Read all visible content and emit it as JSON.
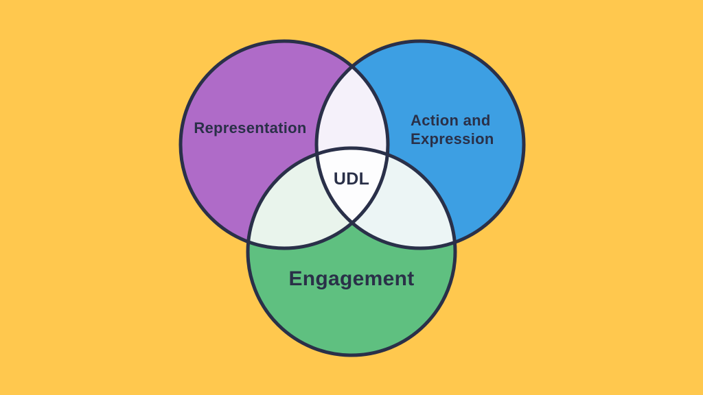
{
  "diagram": {
    "background_color": "#FFC84E",
    "outline_color": "#2A3049",
    "text_color": "#2A3048",
    "center_label": "UDL",
    "circles": {
      "representation": {
        "label": "Representation",
        "color": "#AF6BC8"
      },
      "action_expression": {
        "label": "Action and Expression",
        "label_lines": [
          "Action and",
          "Expression"
        ],
        "color": "#3D9FE3"
      },
      "engagement": {
        "label": "Engagement",
        "color": "#5FC080"
      }
    },
    "overlaps": {
      "representation_action": "#F5F1FA",
      "representation_engagement": "#E9F4EC",
      "action_engagement": "#ECF5F5",
      "center": "#FDFDFE"
    }
  }
}
